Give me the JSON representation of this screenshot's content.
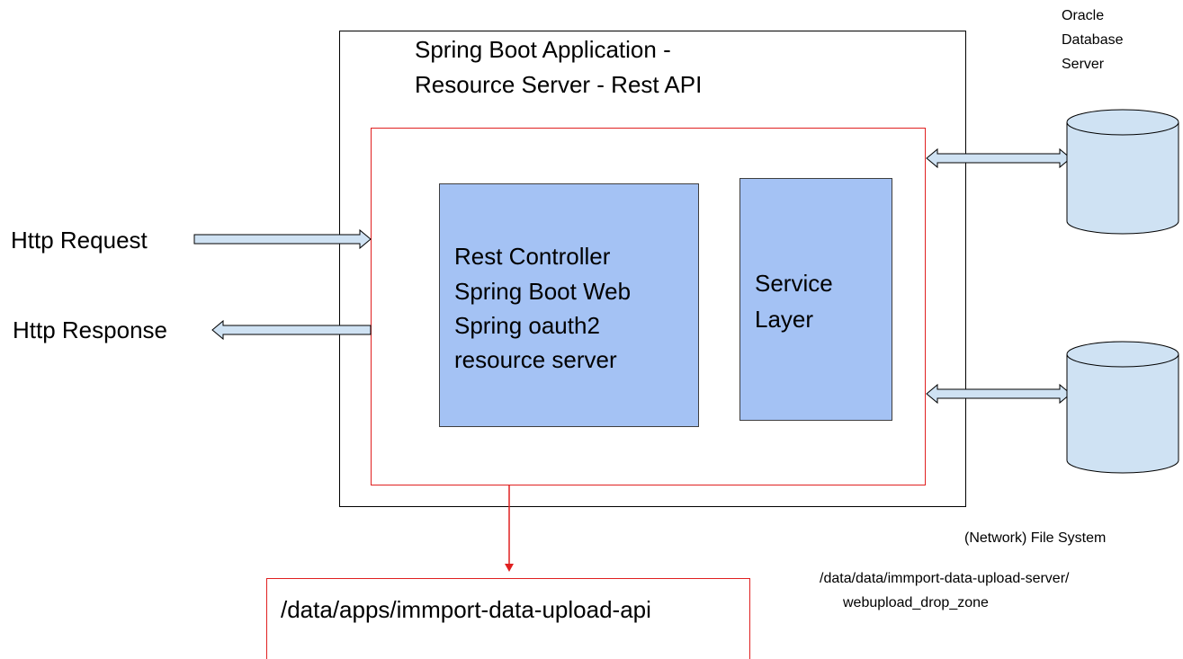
{
  "app": {
    "title_line1": "Spring Boot Application -",
    "title_line2": "Resource Server - Rest API"
  },
  "client": {
    "request": "Http Request",
    "response": "Http Response"
  },
  "controller": {
    "lines": [
      "Rest Controller",
      "Spring Boot Web",
      "Spring oauth2",
      "resource server"
    ]
  },
  "service": {
    "lines": [
      "Service",
      "Layer"
    ]
  },
  "oracle": {
    "lines": [
      "Oracle",
      "Database",
      "Server"
    ]
  },
  "filesystem": {
    "label": "(Network) File System",
    "path_line1": "/data/data/immport-data-upload-server/",
    "path_line2": "webupload_drop_zone"
  },
  "deploy": {
    "path": "/data/apps/immport-data-upload-api"
  },
  "colors": {
    "component_fill": "#a4c2f4",
    "db_fill": "#cfe2f3",
    "boundary_red": "#e02020",
    "arrow_fill": "#cfe2f3"
  }
}
